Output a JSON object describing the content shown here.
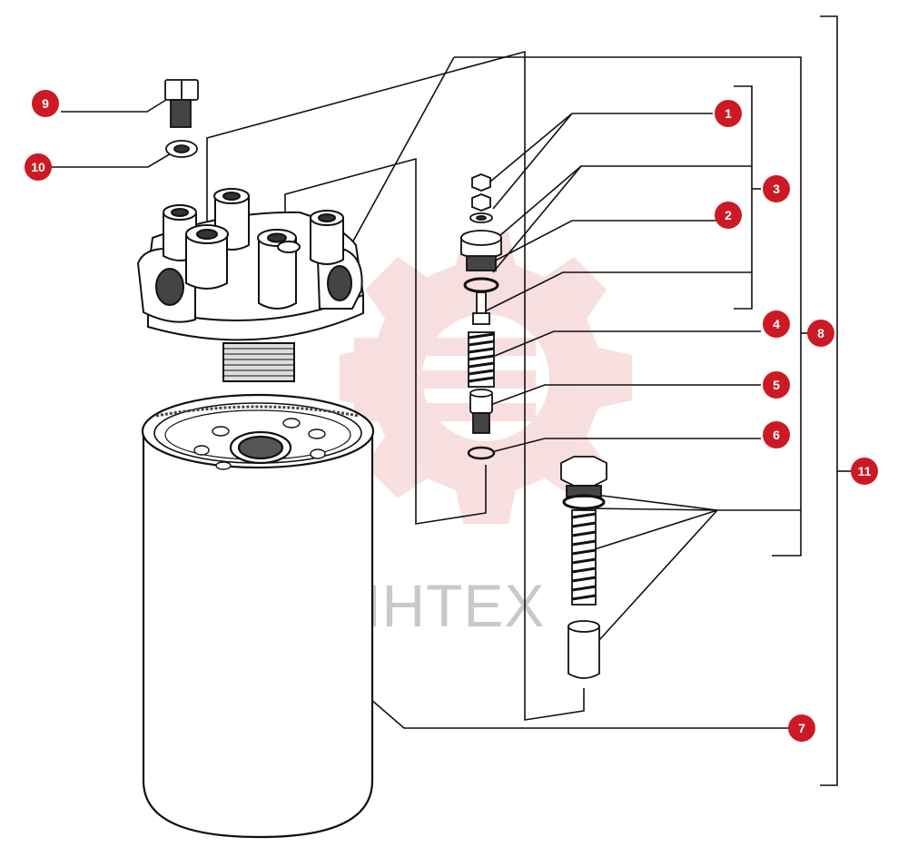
{
  "watermark": {
    "text": "ИНТЕХ",
    "logo_color": "#f2c4c6",
    "text_color": "#c9c9c9"
  },
  "colors": {
    "badge": "#cc1a24",
    "line": "#111111",
    "part_fill": "#ffffff",
    "shading": "#333333"
  },
  "callouts": [
    {
      "id": "c1",
      "label": "1"
    },
    {
      "id": "c2",
      "label": "2"
    },
    {
      "id": "c3",
      "label": "3"
    },
    {
      "id": "c4",
      "label": "4"
    },
    {
      "id": "c5",
      "label": "5"
    },
    {
      "id": "c6",
      "label": "6"
    },
    {
      "id": "c7",
      "label": "7"
    },
    {
      "id": "c8",
      "label": "8"
    },
    {
      "id": "c9",
      "label": "9"
    },
    {
      "id": "c10",
      "label": "10"
    },
    {
      "id": "c11",
      "label": "11"
    }
  ]
}
